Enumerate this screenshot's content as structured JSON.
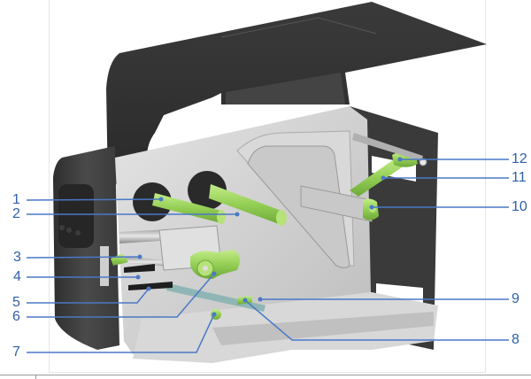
{
  "diagram": {
    "subject": "Thermal transfer label printer, side cover open, internal mechanism",
    "colors": {
      "callout": "#3b6cc0",
      "callout_text": "#2f5fa8",
      "highlight_parts": "#9bd35a",
      "body_dark": "#3c3c3c",
      "chassis_light": "#d4d4d4",
      "frame": "#e6e6e6"
    },
    "callouts": [
      {
        "num": "1",
        "side": "left"
      },
      {
        "num": "2",
        "side": "left"
      },
      {
        "num": "3",
        "side": "left"
      },
      {
        "num": "4",
        "side": "left"
      },
      {
        "num": "5",
        "side": "left"
      },
      {
        "num": "6",
        "side": "left"
      },
      {
        "num": "7",
        "side": "left"
      },
      {
        "num": "8",
        "side": "right"
      },
      {
        "num": "9",
        "side": "right"
      },
      {
        "num": "10",
        "side": "right"
      },
      {
        "num": "11",
        "side": "right"
      },
      {
        "num": "12",
        "side": "right"
      }
    ]
  }
}
